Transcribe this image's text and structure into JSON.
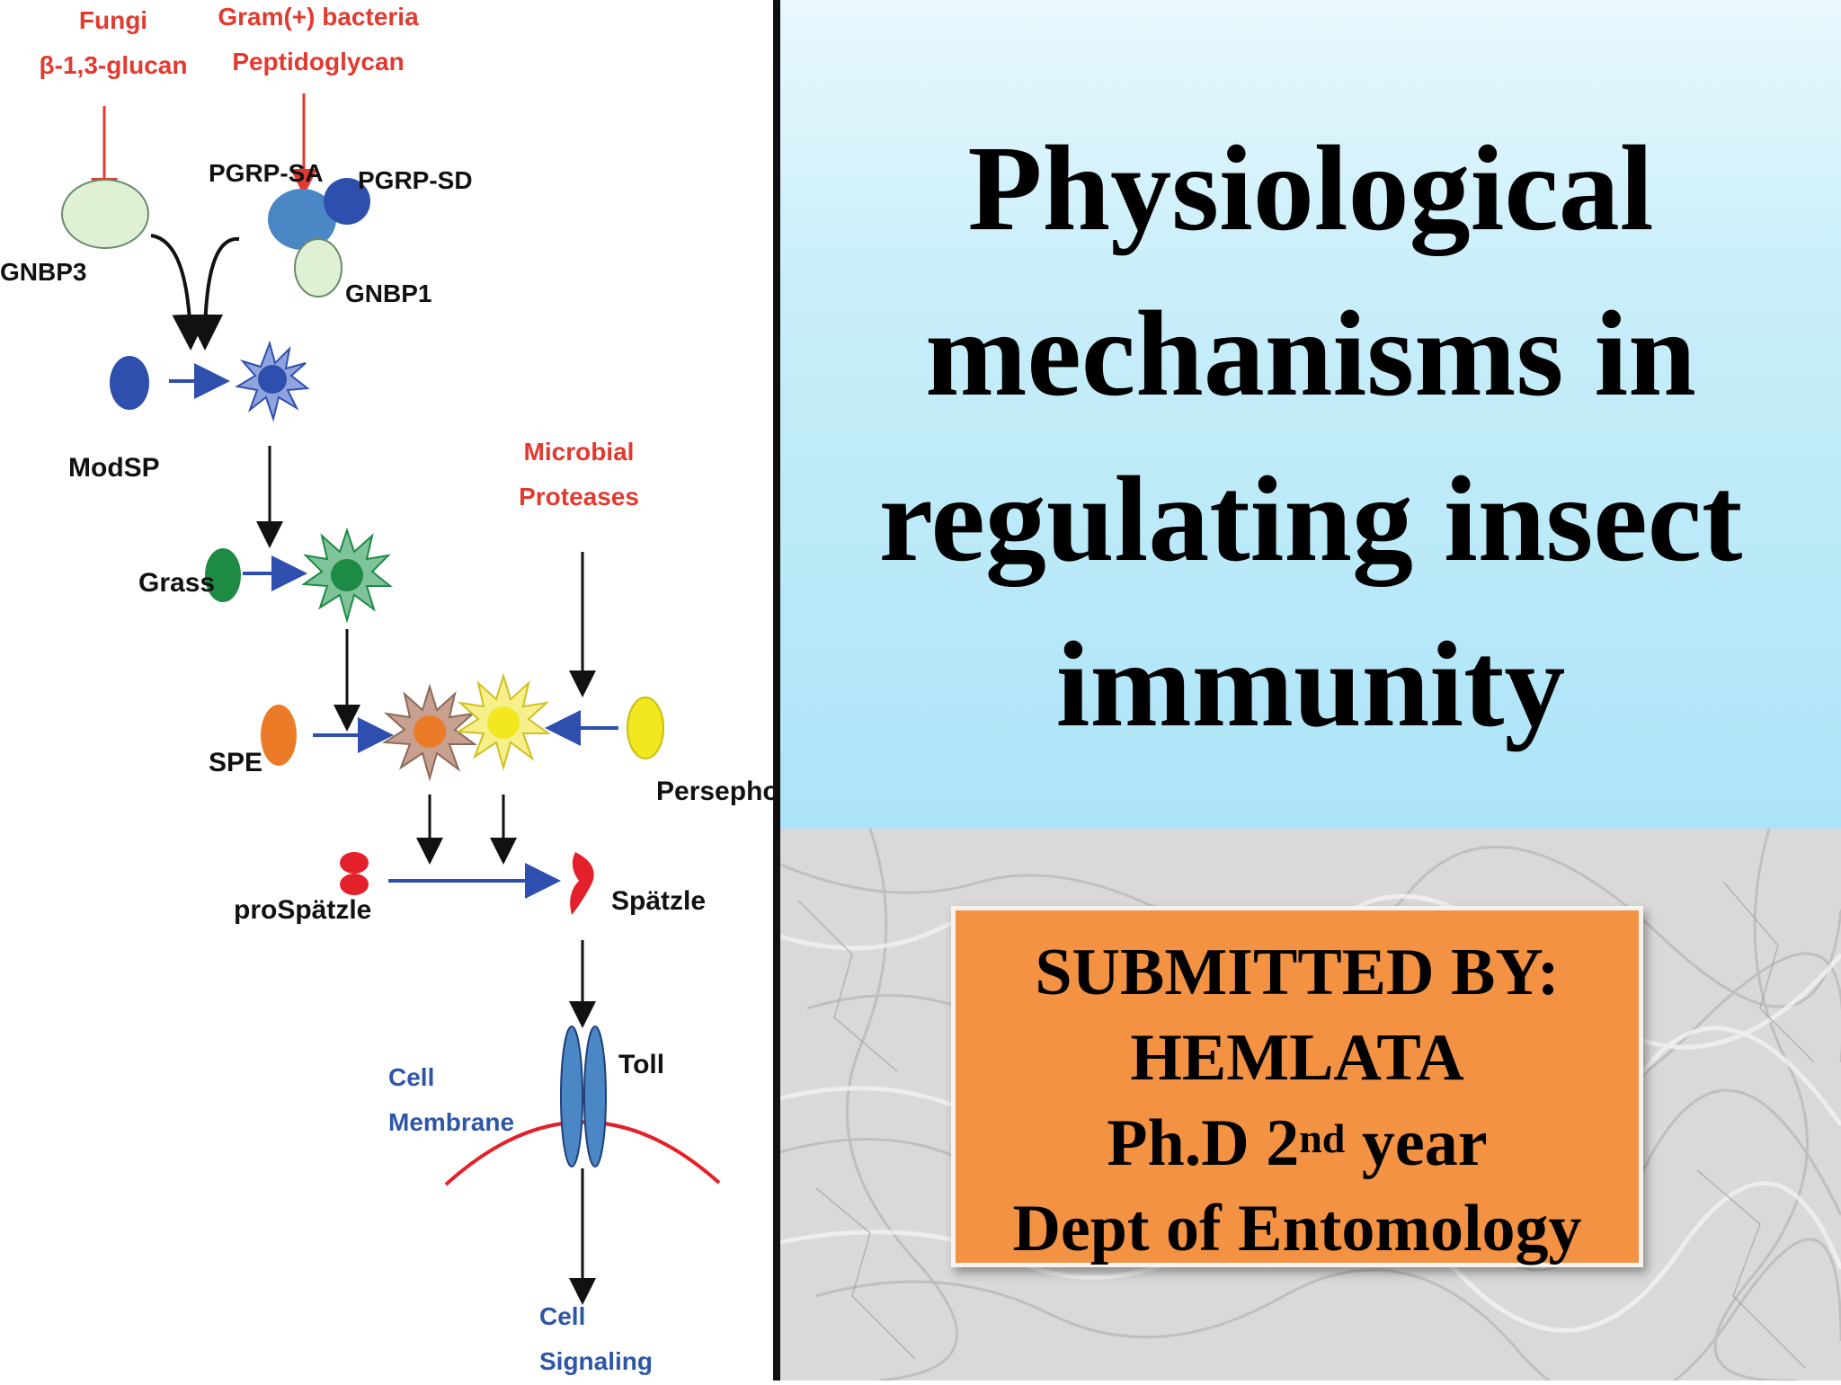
{
  "diagram": {
    "labels": {
      "fungi": "Fungi",
      "glucan": "β-1,3-glucan",
      "gram_bacteria": "Gram(+) bacteria",
      "peptidoglycan": "Peptidoglycan",
      "pgrp_sa": "PGRP-SA",
      "pgrp_sd": "PGRP-SD",
      "gnbp3": "GNBP3",
      "gnbp1": "GNBP1",
      "modsp": "ModSP",
      "microbial": "Microbial",
      "proteases": "Proteases",
      "grass": "Grass",
      "spe": "SPE",
      "persephone": "Persephone",
      "prospatzle": "proSpätzle",
      "spatzle": "Spätzle",
      "toll": "Toll",
      "cell": "Cell",
      "membrane": "Membrane",
      "cell2": "Cell",
      "signaling": "Signaling"
    },
    "colors": {
      "red_text": "#e23a2f",
      "blue": "#2f4fae",
      "green": "#1d8a45",
      "orange": "#ec7b28",
      "yellow": "#f3e81f",
      "spatzle_red": "#e4202a",
      "membrane_blue": "#2e56a7",
      "toll_blue": "#4a87c4",
      "light_green": "#dff0d4"
    }
  },
  "title": {
    "lines": [
      "Physiological",
      "mechanisms in",
      "regulating insect",
      "immunity"
    ]
  },
  "submitted": {
    "line1": "SUBMITTED BY:",
    "line2": "HEMLATA",
    "line3_a": "Ph.D 2",
    "line3_sup": "nd",
    "line3_b": " year",
    "line4": "Dept of Entomology"
  },
  "theme": {
    "panel_blue": "#ace4f7",
    "box_orange": "#f39243",
    "divider": "#111111"
  }
}
